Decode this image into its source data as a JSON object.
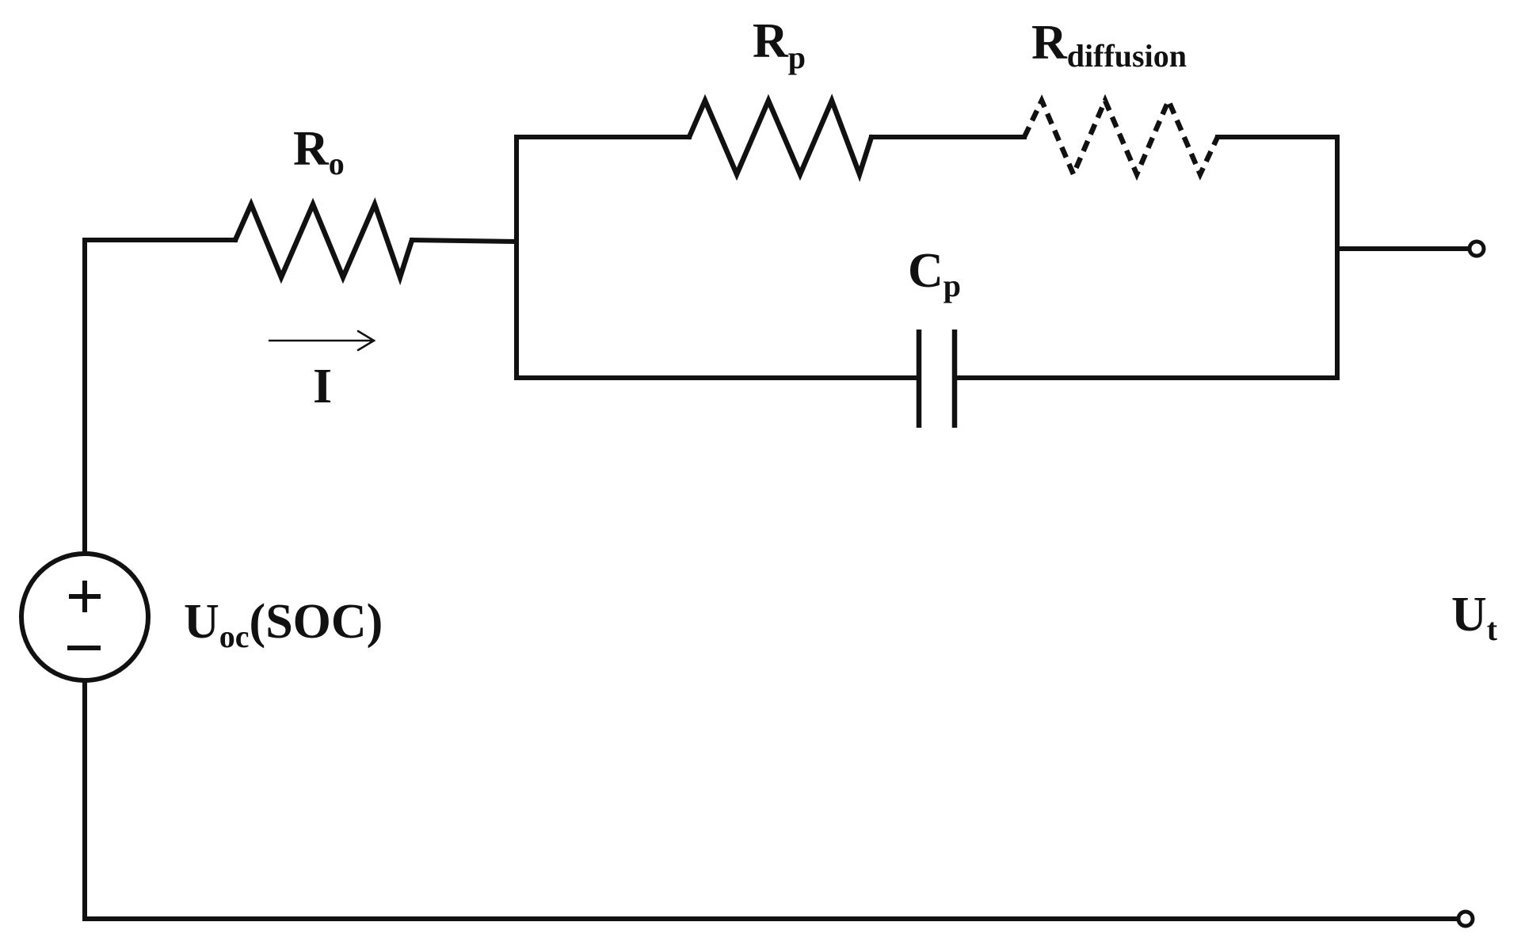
{
  "diagram": {
    "colors": {
      "wire": "#111111",
      "background": "#ffffff"
    },
    "labels": {
      "r0": {
        "main": "R",
        "sub": "o"
      },
      "rp": {
        "main": "R",
        "sub": "p"
      },
      "rdiff": {
        "main": "R",
        "sub": "diffusion"
      },
      "cp": {
        "main": "C",
        "sub": "p"
      },
      "current": {
        "main": "I"
      },
      "source": {
        "main": "U",
        "sub": "oc",
        "tail": "(SOC)"
      },
      "terminal_voltage": {
        "main": "U",
        "sub": "t"
      }
    },
    "source_symbols": {
      "plus": "plus-sign",
      "minus": "minus-sign"
    },
    "current_direction": "left-to-right"
  }
}
